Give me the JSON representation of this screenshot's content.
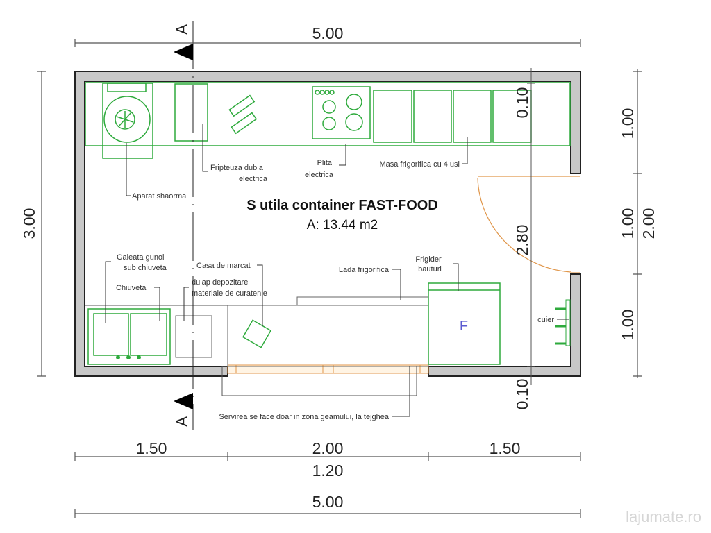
{
  "title": "S utila container FAST-FOOD",
  "area": "A: 13.44 m2",
  "section_marker": "A",
  "labels": {
    "shaorma": "Aparat shaorma",
    "fryer_1": "Fripteuza dubla",
    "fryer_2": "electrica",
    "stove_1": "Plita",
    "stove_2": "electrica",
    "fridge_table": "Masa frigorifica cu 4 usi",
    "trash_1": "Galeata gunoi",
    "trash_2": "sub chiuveta",
    "sink": "Chiuveta",
    "register": "Casa de marcat",
    "cabinet_1": "dulap depozitare",
    "cabinet_2": "materiale de curatenie",
    "freezer": "Lada frigorifica",
    "drinks_1": "Frigider",
    "drinks_2": "bauturi",
    "fridge_letter": "F",
    "hanger": "cuier",
    "serving": "Servirea se face doar in zona geamului, la tejghea"
  },
  "dimensions": {
    "top_total": "5.00",
    "left_total": "3.00",
    "right_seg1": "1.00",
    "right_seg2": "1.00",
    "right_seg3": "1.00",
    "right_door": "2.00",
    "inner_top": "0.10",
    "inner_mid": "2.80",
    "inner_bottom": "0.10",
    "bottom_seg1": "1.50",
    "bottom_seg2": "2.00",
    "bottom_seg3": "1.50",
    "bottom_window": "1.20",
    "bottom_total": "5.00"
  },
  "watermark": "lajumate.ro",
  "colors": {
    "furniture": "#2eaa3c",
    "wall": "#c8c8c8",
    "door": "#e0964a"
  }
}
